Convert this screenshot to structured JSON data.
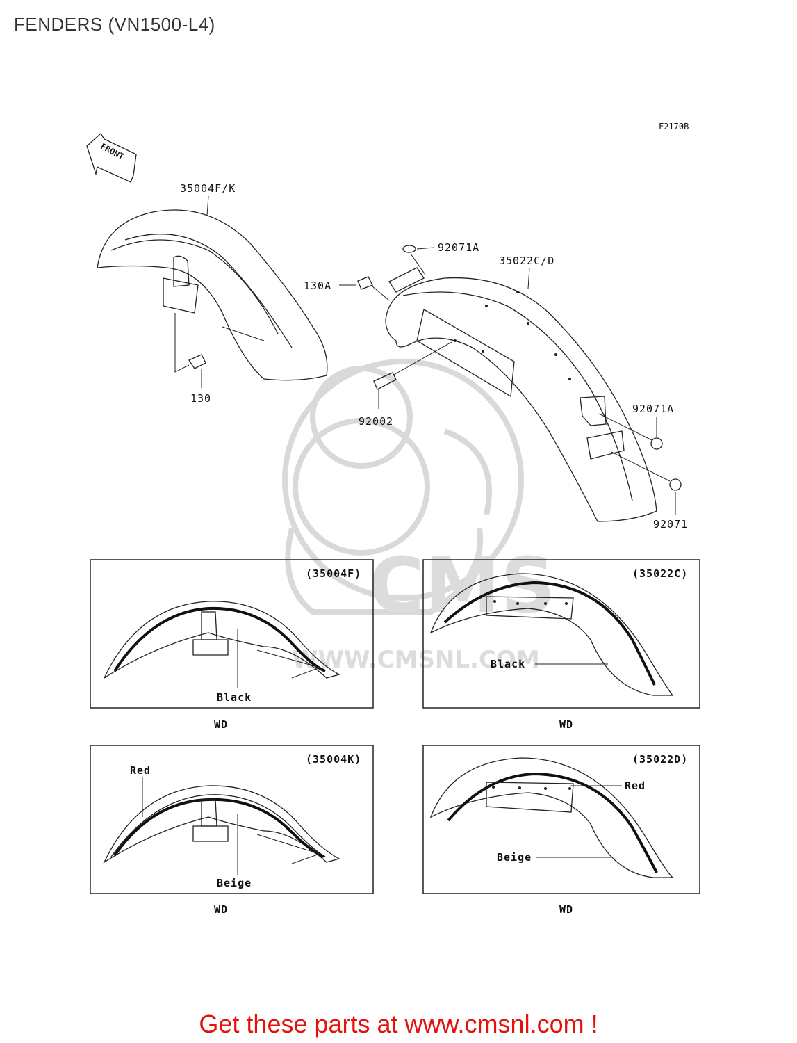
{
  "title": "FENDERS (VN1500-L4)",
  "figure_code": "F2170B",
  "front_label": "FRONT",
  "callouts": {
    "front_fender": "35004F/K",
    "rear_fender": "35022C/D",
    "bolt_front": "130",
    "bolt_rear": "130A",
    "bolt_92002": "92002",
    "cap_top": "92071A",
    "cap_right": "92071A",
    "cap_bottom": "92071"
  },
  "variants": [
    {
      "code": "(35004F)",
      "colors": [
        "Black"
      ],
      "market": "WD"
    },
    {
      "code": "(35022C)",
      "colors": [
        "Black"
      ],
      "market": "WD"
    },
    {
      "code": "(35004K)",
      "colors": [
        "Red",
        "Beige"
      ],
      "market": "WD"
    },
    {
      "code": "(35022D)",
      "colors": [
        "Red",
        "Beige"
      ],
      "market": "WD"
    }
  ],
  "watermark": {
    "brand": "CMS",
    "url": "WWW.CMSNL.COM"
  },
  "footer": "Get these parts at www.cmsnl.com !",
  "colors": {
    "footer_text": "#e3120b",
    "watermark": "#d9d9d9"
  }
}
